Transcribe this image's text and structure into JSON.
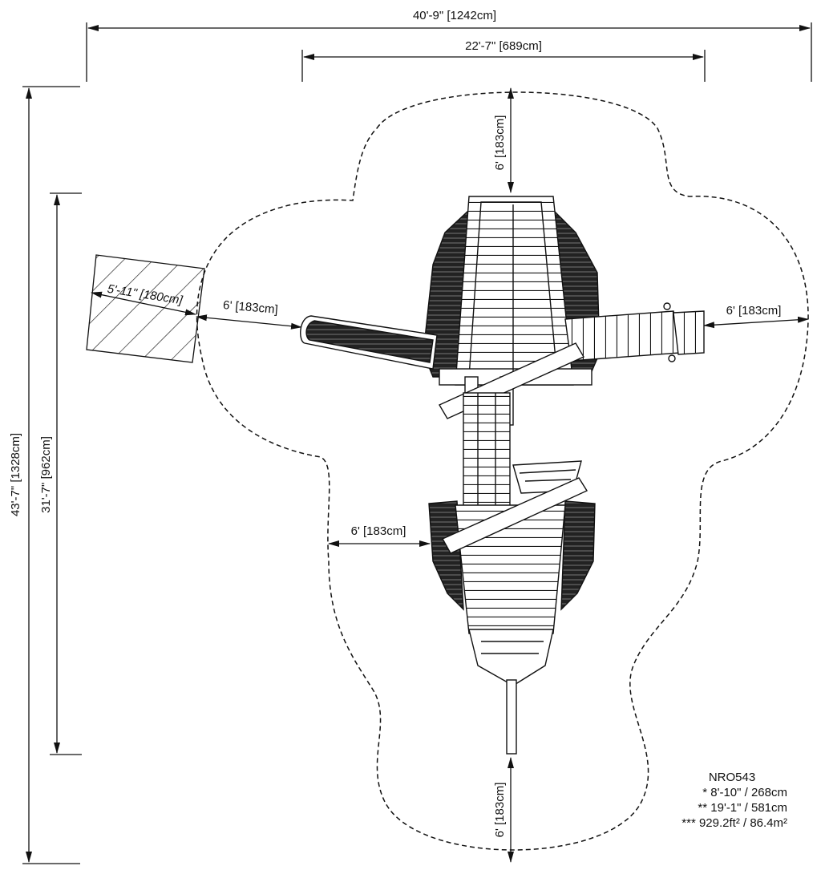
{
  "dimensions": {
    "overall_width": "40'-9\" [1242cm]",
    "inner_width": "22'-7\" [689cm]",
    "overall_depth": "43'-7\" [1328cm]",
    "inner_depth": "31'-7\" [962cm]",
    "clearance_top": "6' [183cm]",
    "clearance_left": "6' [183cm]",
    "clearance_right": "6' [183cm]",
    "clearance_middle": "6' [183cm]",
    "clearance_bottom": "6' [183cm]",
    "hatch_zone": "5'-11\" [180cm]"
  },
  "legend": {
    "model": "NRO543",
    "line1": "* 8'-10\" / 268cm",
    "line2": "** 19'-1\" / 581cm",
    "line3": "*** 929.2ft² / 86.4m²"
  }
}
